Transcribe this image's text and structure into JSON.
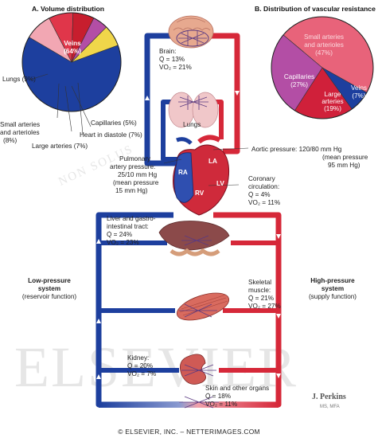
{
  "watermark": {
    "text": "ELSEVIER",
    "seal_text": "NON SOLUS"
  },
  "panel_a": {
    "title": "A. Volume distribution",
    "slices": [
      {
        "label": "Veins",
        "value": "(64%)",
        "pct": 64,
        "color": "#1d3f9e"
      },
      {
        "label": "Lungs",
        "value": "(9%)",
        "pct": 9,
        "color": "#f2a7b3"
      },
      {
        "label": "Small arteries and arterioles",
        "value": "(8%)",
        "pct": 8,
        "color": "#e0364a"
      },
      {
        "label": "Large arteries",
        "value": "(7%)",
        "pct": 7,
        "color": "#c71e2e"
      },
      {
        "label": "Capillaries",
        "value": "(5%)",
        "pct": 5,
        "color": "#b34ea5"
      },
      {
        "label": "Heart in diastole",
        "value": "(7%)",
        "pct": 7,
        "color": "#f0d64a"
      }
    ],
    "labels": {
      "veins_name": "Veins",
      "veins_pct": "(64%)",
      "lungs": "Lungs (9%)",
      "small_arteries_line1": "Small arteries",
      "small_arteries_line2": "and arterioles",
      "small_arteries_line3": "(8%)",
      "large_arteries": "Large arteries (7%)",
      "capillaries": "Capillaries (5%)",
      "heart": "Heart in diastole (7%)"
    }
  },
  "panel_b": {
    "title": "B. Distribution of vascular resistance",
    "slices": [
      {
        "label": "Small arteries and arterioles",
        "value": "(47%)",
        "pct": 47,
        "color": "#e8637a"
      },
      {
        "label": "Veins",
        "value": "(7%)",
        "pct": 7,
        "color": "#1d3f9e"
      },
      {
        "label": "Large arteries",
        "value": "(19%)",
        "pct": 19,
        "color": "#d0203a"
      },
      {
        "label": "Capillaries",
        "value": "(27%)",
        "pct": 27,
        "color": "#b34ea5"
      }
    ],
    "labels": {
      "small_line1": "Small arteries",
      "small_line2": "and arterioles",
      "small_pct": "(47%)",
      "capillaries_name": "Capillaries",
      "capillaries_pct": "(27%)",
      "large_line1": "Large",
      "large_line2": "arteries",
      "large_pct": "(19%)",
      "veins_name": "Veins",
      "veins_pct": "(7%)"
    }
  },
  "organs": {
    "brain": {
      "name": "Brain:",
      "q": "Q̇ = 13%",
      "vo2": "VO₂ = 21%"
    },
    "lungs": {
      "name": "Lungs"
    },
    "liver": {
      "line1": "Liver and gastro-",
      "line2": "intestinal tract:",
      "q": "Q̇ = 24%",
      "vo2": "VO₂ = 23%"
    },
    "coronary": {
      "line1": "Coronary",
      "line2": "circulation:",
      "q": "Q̇ = 4%",
      "vo2": "VO₂ = 11%"
    },
    "skeletal": {
      "line1": "Skeletal",
      "line2": "muscle:",
      "q": "Q̇ = 21%",
      "vo2": "VO₂ = 27%"
    },
    "kidney": {
      "name": "Kidney:",
      "q": "Q̇ = 20%",
      "vo2": "VO₂ = 7%"
    },
    "skin": {
      "name": "Skin and other organs",
      "q": "Q̇ = 18%",
      "vo2": "VO₂ = 11%"
    }
  },
  "pressures": {
    "pulmonary": {
      "line1": "Pulmonary",
      "line2": "artery pressure:",
      "line3": "25/10 mm Hg",
      "line4": "(mean pressure",
      "line5": "15 mm Hg)"
    },
    "aortic": {
      "line1": "Aortic pressure: 120/80 mm Hg",
      "line2": "(mean pressure",
      "line3": "95 mm Hg)"
    }
  },
  "heart_chambers": {
    "ra": "RA",
    "rv": "RV",
    "la": "LA",
    "lv": "LV"
  },
  "systems": {
    "low": {
      "line1": "Low-pressure",
      "line2": "system",
      "line3": "(reservoir function)"
    },
    "high": {
      "line1": "High-pressure",
      "line2": "system",
      "line3": "(supply function)"
    }
  },
  "signature": {
    "name": "J. Perkins",
    "credentials": "MS, MFA"
  },
  "footer": {
    "text": "© ELSEVIER, INC. – NETTERIMAGES.COM"
  }
}
